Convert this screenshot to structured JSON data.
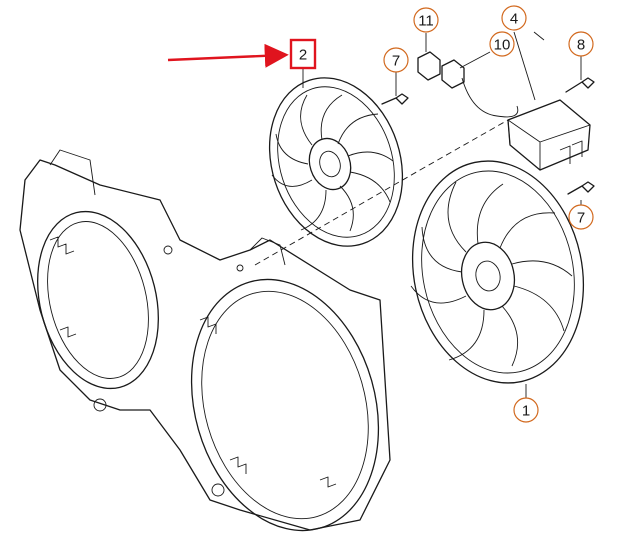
{
  "diagram": {
    "callouts": [
      {
        "id": "c1",
        "label": "1",
        "style": "circle"
      },
      {
        "id": "c2",
        "label": "2",
        "style": "highlight-box"
      },
      {
        "id": "c4",
        "label": "4",
        "style": "circle"
      },
      {
        "id": "c7a",
        "label": "7",
        "style": "circle"
      },
      {
        "id": "c7b",
        "label": "7",
        "style": "circle"
      },
      {
        "id": "c8",
        "label": "8",
        "style": "circle"
      },
      {
        "id": "c10",
        "label": "10",
        "style": "circle"
      },
      {
        "id": "c11",
        "label": "11",
        "style": "circle"
      }
    ],
    "colors": {
      "callout_ring": "#d2691e",
      "highlight": "#e0141e",
      "line": "#1a1a1a"
    }
  }
}
